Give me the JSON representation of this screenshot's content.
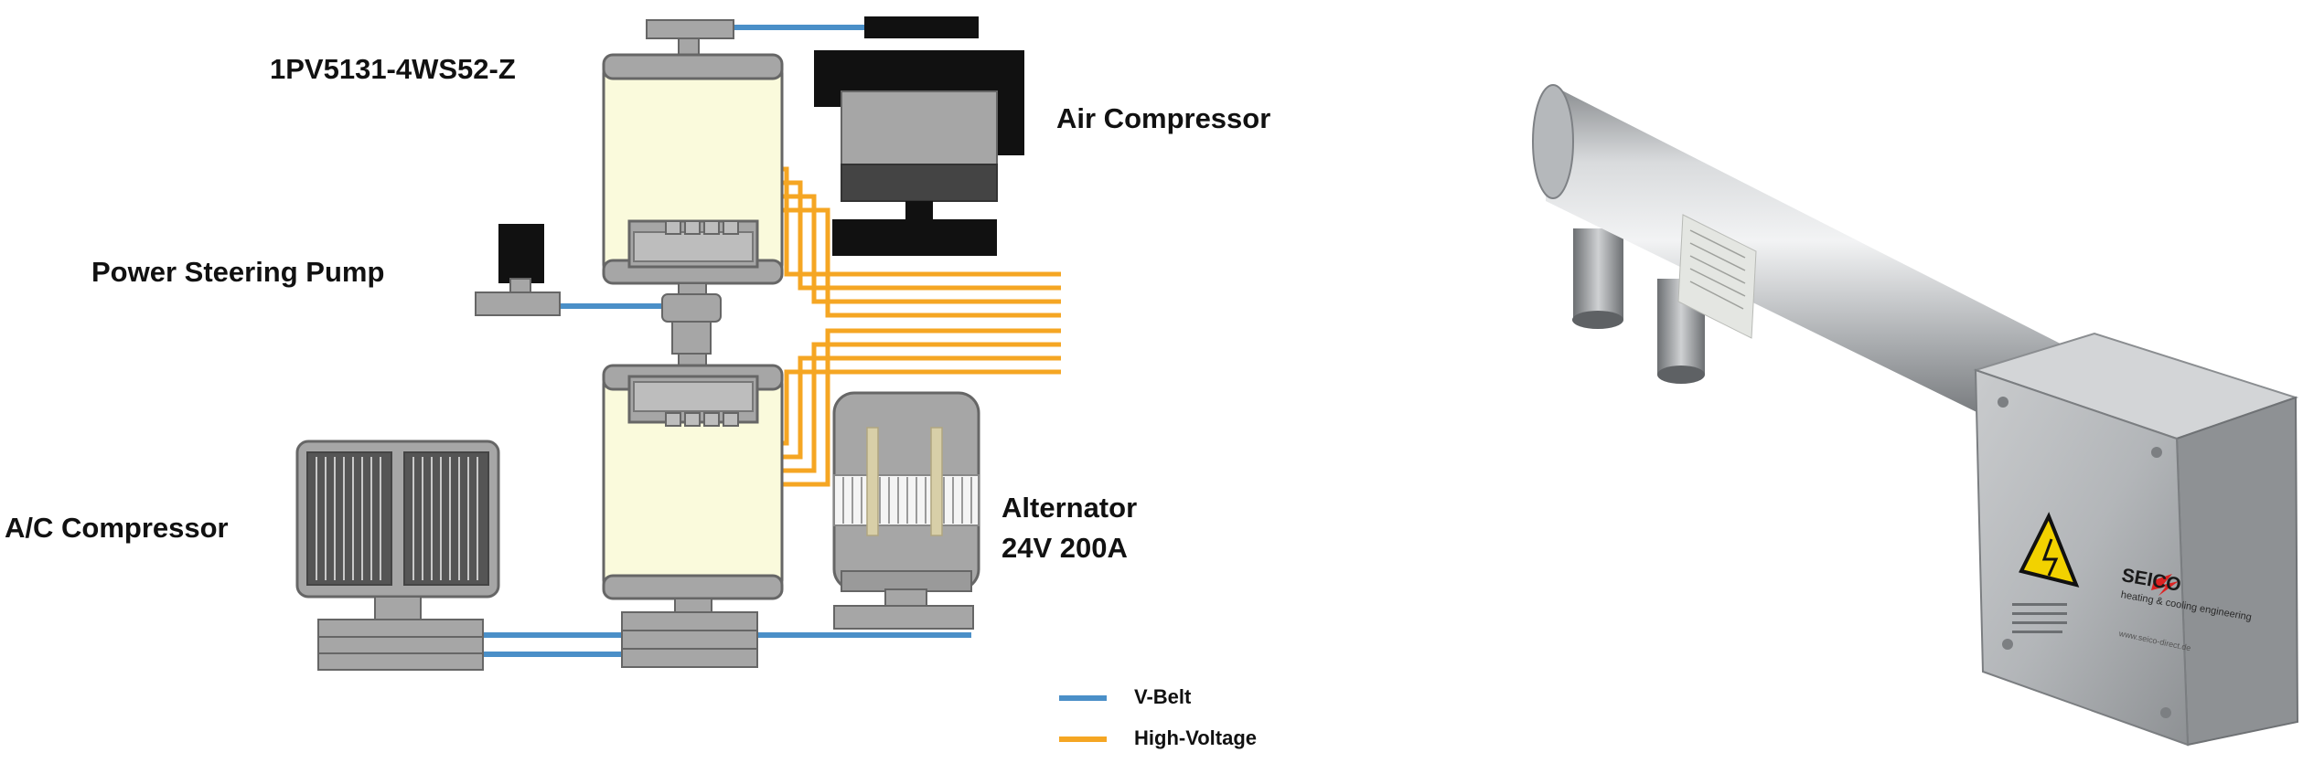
{
  "labels": {
    "motor_model": "1PV5131-4WS52-Z",
    "air_compressor": "Air Compressor",
    "power_steering_pump": "Power Steering Pump",
    "ac_compressor": "A/C Compressor",
    "alternator_line1": "Alternator",
    "alternator_line2": "24V 200A"
  },
  "legend": {
    "items": [
      {
        "label": "V-Belt",
        "color": "#4a8fc8"
      },
      {
        "label": "High-Voltage",
        "color": "#f5a623"
      }
    ]
  },
  "photo": {
    "brand": "SEICO",
    "tagline": "heating & cooling engineering",
    "website": "www.seico-direct.de",
    "warning_icon": "high-voltage-warning-icon"
  },
  "colors": {
    "motor_body": "#fafadc",
    "component_gray": "#a6a6a6",
    "dark": "#111111",
    "vbelt": "#4a8fc8",
    "hv": "#f5a623"
  }
}
